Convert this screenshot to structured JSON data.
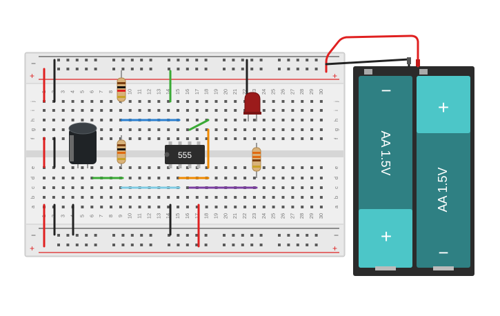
{
  "breadboard": {
    "columns": [
      "1",
      "2",
      "3",
      "4",
      "5",
      "6",
      "7",
      "8",
      "9",
      "10",
      "11",
      "12",
      "13",
      "14",
      "15",
      "16",
      "17",
      "18",
      "19",
      "20",
      "21",
      "22",
      "23",
      "24",
      "25",
      "26",
      "27",
      "28",
      "29",
      "30"
    ],
    "rows_top": [
      "j",
      "i",
      "h",
      "g",
      "f"
    ],
    "rows_bottom": [
      "e",
      "d",
      "c",
      "b",
      "a"
    ],
    "rail_minus": "−",
    "rail_plus": "+"
  },
  "ic": {
    "label": "555"
  },
  "battery": {
    "cell_left_label": "AA 1.5V",
    "cell_right_label": "AA 1.5V",
    "plus_symbol": "+",
    "minus_symbol": "−"
  },
  "colors": {
    "wire_red": "#e02020",
    "wire_black": "#222222",
    "wire_blue": "#2a7fd0",
    "wire_green": "#3aaa35",
    "wire_orange": "#f08a00",
    "wire_cyan": "#7ecbe3",
    "wire_purple": "#7a3ea0",
    "battery_teal": "#2f8083",
    "battery_light": "#4cc6c8"
  }
}
